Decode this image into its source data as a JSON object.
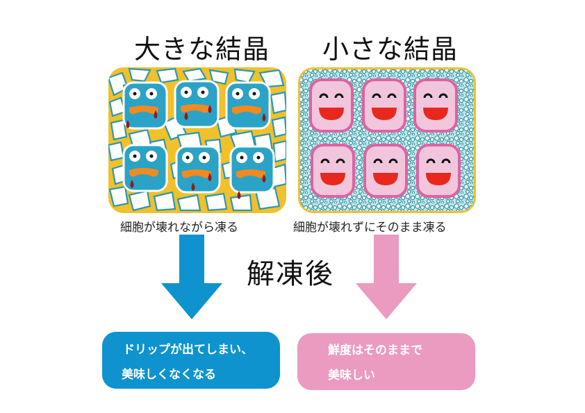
{
  "left": {
    "title": "大きな結晶",
    "caption": "細胞が壊れながら凍る",
    "result_lines": [
      "ドリップが出てしまい、",
      "美味しくなくなる"
    ],
    "color": "#0e93cf",
    "panel_bg": "#f0c12a",
    "cell_color": "#2aa3c6",
    "mouth_color": "#f08a23",
    "drop_color": "#8e1c1c",
    "cells": 6
  },
  "right": {
    "title": "小さな結晶",
    "caption": "細胞が壊れずにそのまま凍る",
    "result_lines": [
      "鮮度はそのままで",
      "美味しい"
    ],
    "color": "#eb9ac0",
    "panel_bg": "#f0c12a",
    "cell_color": "#f1c6dc",
    "cell_border": "#e061a1",
    "mouth_color": "#e8281e",
    "cells": 6
  },
  "center": {
    "label": "解凍後"
  }
}
